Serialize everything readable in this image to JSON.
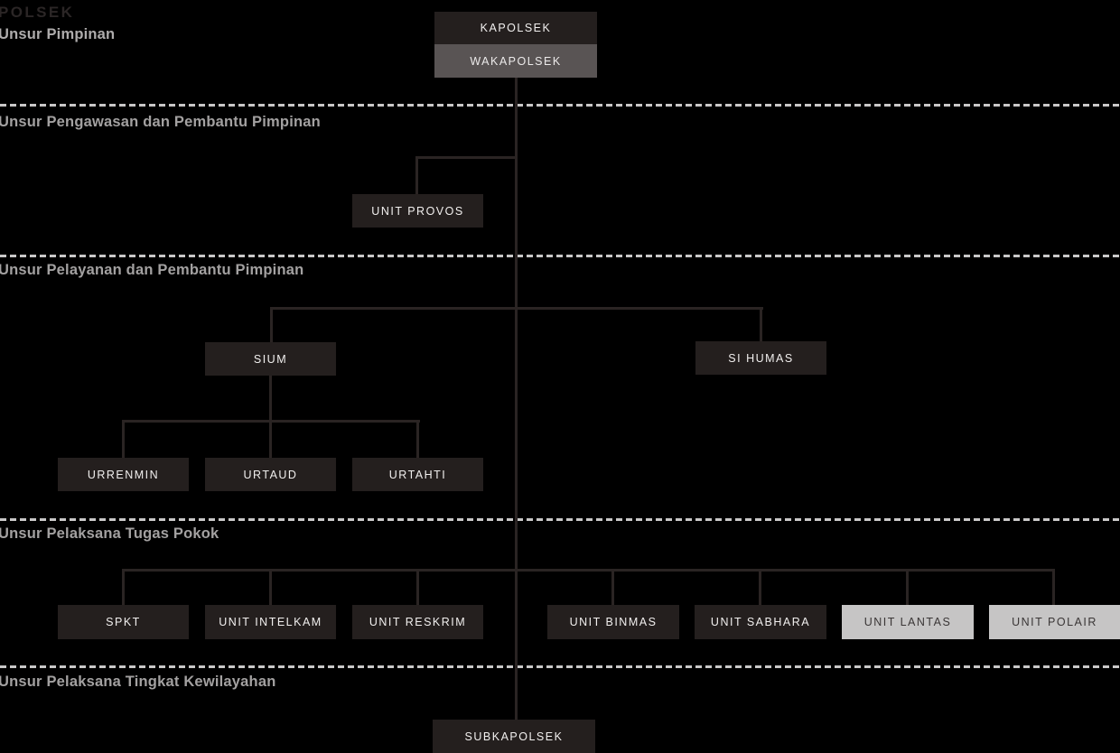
{
  "title": "POLSEK",
  "sections": {
    "pimpinan": {
      "label": "Unsur Pimpinan"
    },
    "pengawasan": {
      "label": "Unsur Pengawasan dan Pembantu Pimpinan"
    },
    "pelayanan": {
      "label": "Unsur Pelayanan dan Pembantu Pimpinan"
    },
    "pokok": {
      "label": "Unsur Pelaksana Tugas Pokok"
    },
    "kewilayahan": {
      "label": "Unsur Pelaksana Tingkat Kewilayahan"
    }
  },
  "nodes": {
    "kapolsek": {
      "label": "KAPOLSEK",
      "style": "dark"
    },
    "wakapolsek": {
      "label": "WAKAPOLSEK",
      "style": "gray"
    },
    "unit_provos": {
      "label": "UNIT PROVOS",
      "style": "dark"
    },
    "sium": {
      "label": "SIUM",
      "style": "dark"
    },
    "si_humas": {
      "label": "SI HUMAS",
      "style": "dark"
    },
    "urrenmin": {
      "label": "URRENMIN",
      "style": "dark"
    },
    "urtaud": {
      "label": "URTAUD",
      "style": "dark"
    },
    "urtahti": {
      "label": "URTAHTI",
      "style": "dark"
    },
    "spkt": {
      "label": "SPKT",
      "style": "dark"
    },
    "unit_intelkam": {
      "label": "UNIT INTELKAM",
      "style": "dark"
    },
    "unit_reskrim": {
      "label": "UNIT RESKRIM",
      "style": "dark"
    },
    "unit_binmas": {
      "label": "UNIT BINMAS",
      "style": "dark"
    },
    "unit_sabhara": {
      "label": "UNIT SABHARA",
      "style": "dark"
    },
    "unit_lantas": {
      "label": "UNIT LANTAS",
      "style": "light"
    },
    "unit_polair": {
      "label": "UNIT POLAIR",
      "style": "light"
    },
    "subkapolsek": {
      "label": "SUBKAPOLSEK",
      "style": "dark"
    }
  },
  "hierarchy": {
    "kapolsek": [
      "wakapolsek"
    ],
    "wakapolsek": [
      "unit_provos",
      "sium",
      "si_humas",
      "spkt",
      "unit_intelkam",
      "unit_reskrim",
      "unit_binmas",
      "unit_sabhara",
      "unit_lantas",
      "unit_polair",
      "subkapolsek"
    ],
    "sium": [
      "urrenmin",
      "urtaud",
      "urtahti"
    ]
  },
  "colors": {
    "background": "#000000",
    "node_dark": "#241f1e",
    "node_gray": "#595454",
    "node_light": "#c6c5c5",
    "node_text_on_dark": "#f1efee",
    "node_text_on_light": "#3a3636",
    "connector_line": "#2a2423",
    "divider_dash": "#c9c8c8",
    "title_text": "#2b2626",
    "section_label_text": "#a3a1a1"
  }
}
